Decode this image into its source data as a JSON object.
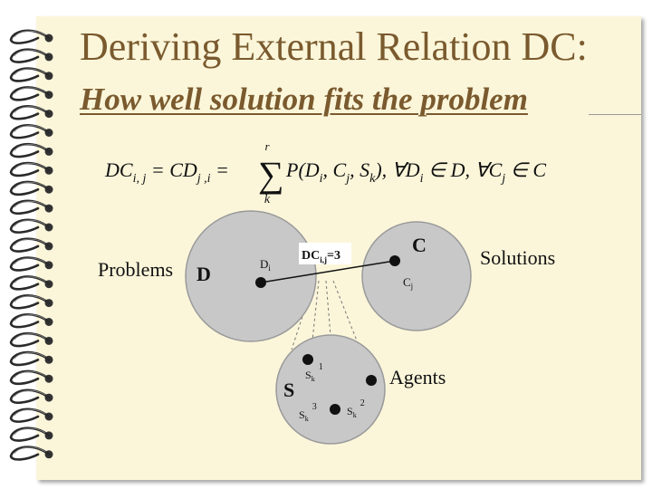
{
  "slide": {
    "title": "Deriving External Relation DC:",
    "subtitle": "How well solution fits the problem"
  },
  "formula": {
    "lhs": "DC",
    "lhs_sub": "i, j",
    "eq1": " = CD",
    "mid_sub": "j ,i",
    "eq2": " =",
    "sum_upper": "r",
    "sum_lower": "k",
    "term": "P(D",
    "term_sub_i": "i",
    "term_c": ", C",
    "term_sub_j": "j",
    "term_s": ", S",
    "term_sub_k": "k",
    "tail1": "), ∀D",
    "tail_sub_i": "i",
    "tail2": " ∈ D, ∀C",
    "tail_sub_j": "j",
    "tail3": " ∈ C"
  },
  "labels": {
    "problems": "Problems",
    "solutions": "Solutions",
    "agents": "Agents"
  },
  "diagram": {
    "circle_d_label": "D",
    "circle_c_label": "C",
    "circle_s_label": "S",
    "point_d": "D",
    "point_d_sub": "i",
    "point_c": "C",
    "point_c_sub": "j",
    "dc_label": "DC",
    "dc_sub": "i,j",
    "dc_value": "=3",
    "agent1": "S",
    "agent1_sub": "k",
    "agent1_sup": "1",
    "agent2": "S",
    "agent2_sub": "k",
    "agent2_sup": "2",
    "agent3": "S",
    "agent3_sub": "k",
    "agent3_sup": "3"
  },
  "colors": {
    "page_bg": "#fbf6da",
    "title": "#7a5a2e",
    "circle_fill": "#c8c8c8",
    "ring": "#2a2a2a"
  },
  "decor": {
    "binding_icon": "spiral-binding-ring"
  }
}
